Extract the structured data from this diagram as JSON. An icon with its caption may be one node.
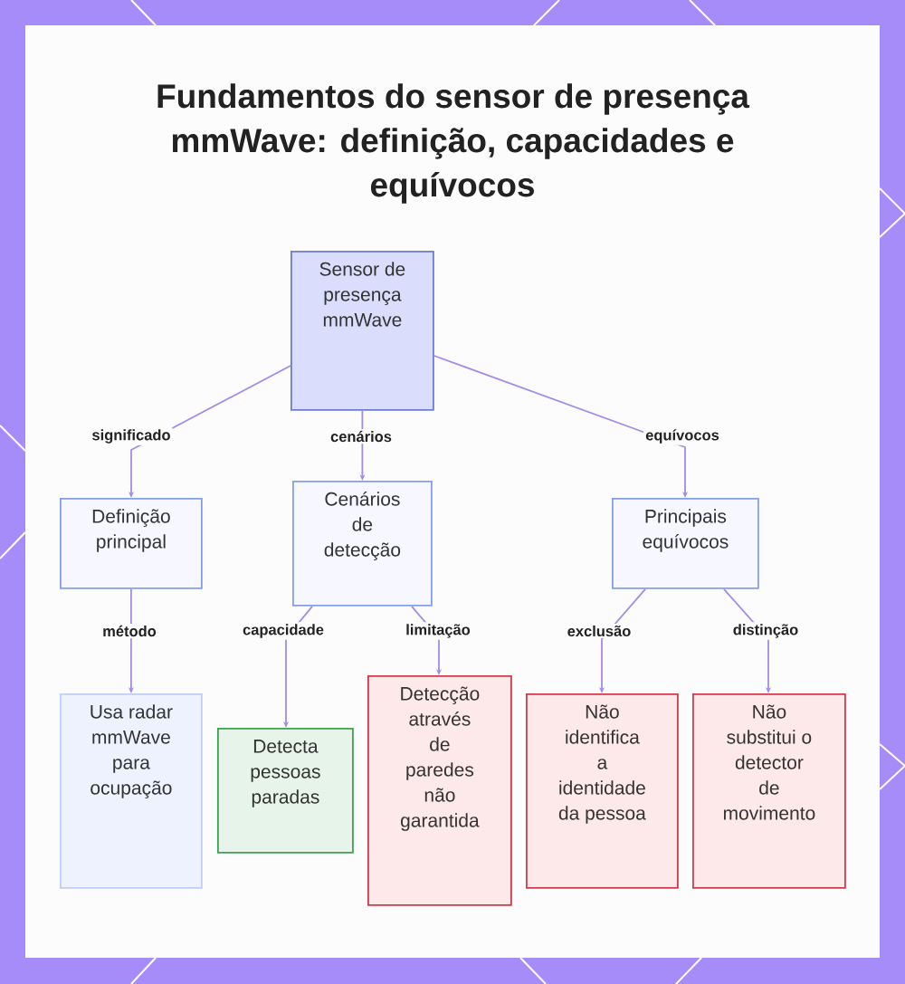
{
  "diagram": {
    "title": "Fundamentos do sensor de presença mmWave: definição, capacidades e equívocos",
    "nodes": [
      {
        "text": [
          "Sensor de presença mmWave"
        ]
      },
      {
        "text": [
          "Definição principal"
        ]
      },
      {
        "text": [
          "Cenários de detecção"
        ]
      },
      {
        "text": [
          "Principais equívocos"
        ]
      },
      {
        "text": [
          "Usa radar mmWave para ocupação"
        ]
      },
      {
        "text": [
          "Detecta pessoas paradas"
        ]
      },
      {
        "text": [
          "Detecção através de paredes não garantida"
        ]
      },
      {
        "text": [
          "Não identifica a identidade da pessoa"
        ]
      },
      {
        "text": [
          "Não substitui o detector de movimento"
        ]
      }
    ],
    "edges": [
      {
        "from": 0,
        "to": 1,
        "arrow": "to",
        "label": "significado"
      },
      {
        "from": 0,
        "to": 2,
        "arrow": "to",
        "label": "cenários"
      },
      {
        "from": 0,
        "to": 3,
        "arrow": "to",
        "label": "equívocos"
      },
      {
        "from": 1,
        "to": 4,
        "arrow": "to",
        "label": "método"
      },
      {
        "from": 2,
        "to": 5,
        "arrow": "to",
        "label": "capacidade"
      },
      {
        "from": 2,
        "to": 6,
        "arrow": "to",
        "label": "limitação"
      },
      {
        "from": 3,
        "to": 7,
        "arrow": "to",
        "label": "exclusão"
      },
      {
        "from": 3,
        "to": 8,
        "arrow": "to",
        "label": "distinção"
      }
    ]
  }
}
